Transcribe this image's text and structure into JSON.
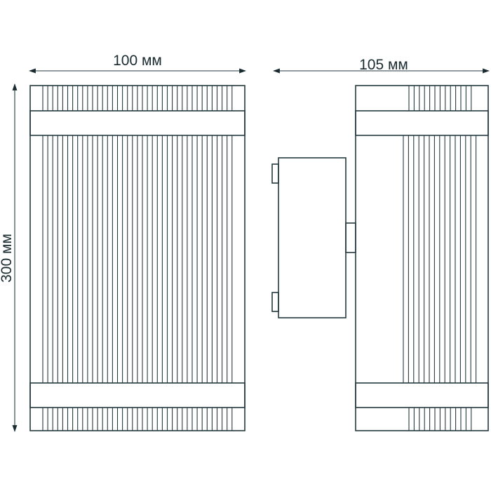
{
  "dimensions": {
    "width_label": "100 мм",
    "depth_label": "105 мм",
    "height_label": "300 мм"
  },
  "colors": {
    "stroke": "#253a40",
    "background": "#ffffff"
  }
}
